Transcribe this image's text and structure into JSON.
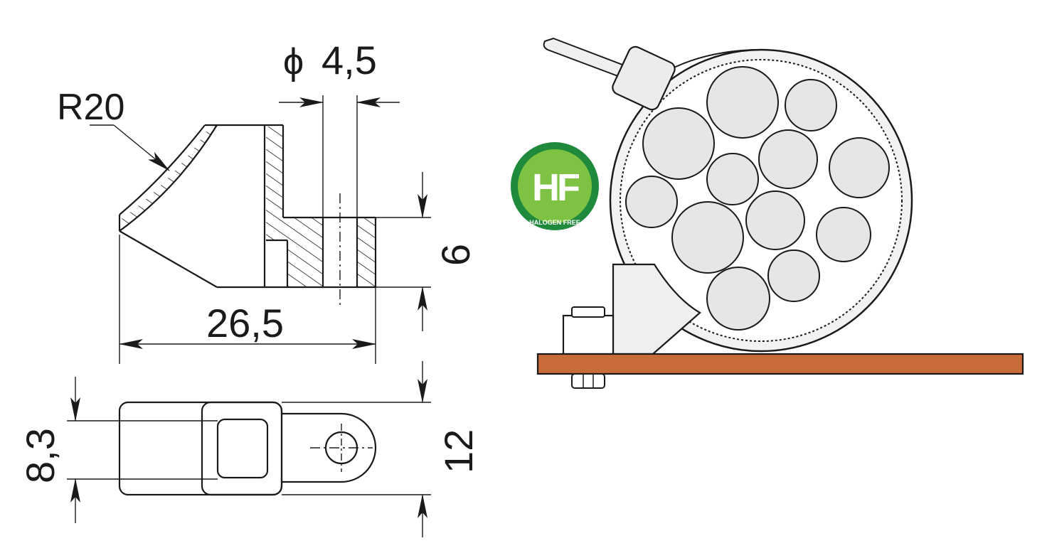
{
  "dimensions": {
    "radius": "R20",
    "hole_diameter_symbol": "ϕ",
    "hole_diameter": "4,5",
    "height": "6",
    "length": "26,5",
    "inner_width": "8,3",
    "outer_width": "12"
  },
  "badge": {
    "letters": "HF",
    "caption": "HALOGEN FREE"
  },
  "colors": {
    "ink": "#1a1a1a",
    "board": "#c76b3a",
    "badge_green_dark": "#1f8a3c",
    "badge_green_light": "#7dc242",
    "cable_fill": "#e6e6e6",
    "part_fill": "#efefef"
  },
  "icons": [
    "hf-badge-icon",
    "nut-icon",
    "bolt-icon",
    "cable-tie-icon"
  ]
}
